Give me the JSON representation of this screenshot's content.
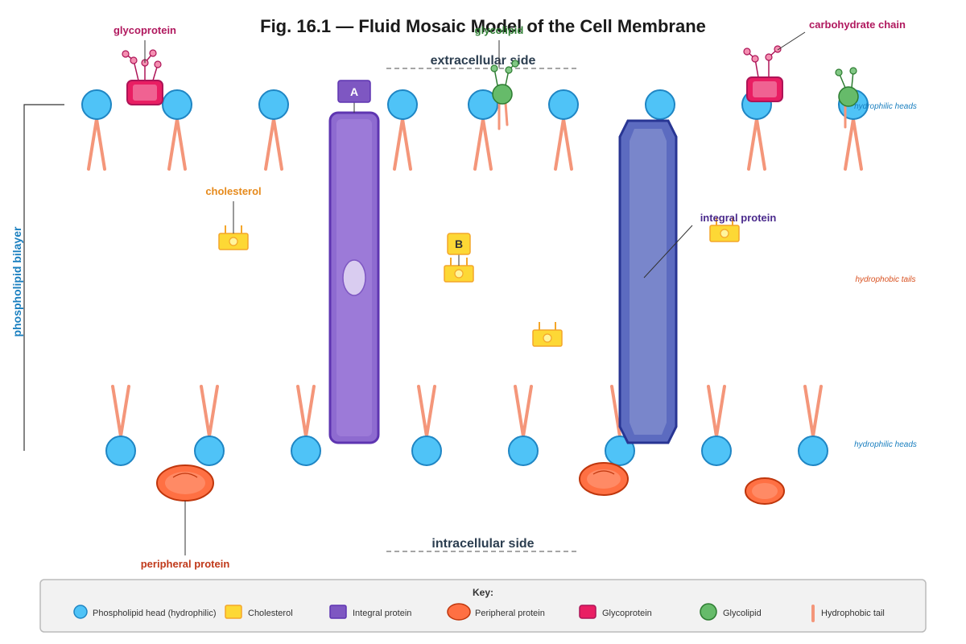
{
  "title": "Fig. 16.1 — Fluid Mosaic Model of the Cell Membrane",
  "sides": {
    "extracellular": "extracellular side",
    "intracellular": "intracellular side"
  },
  "labels": {
    "glycoprotein": "glycoprotein",
    "glycolipid": "glycolipid",
    "carbohydrate_chain": "carbohydrate chain",
    "phospholipid_bilayer": "phospholipid bilayer",
    "cholesterol": "cholesterol",
    "integral_protein": "integral protein",
    "peripheral_protein": "peripheral protein",
    "hydrophilic_heads_top": "hydrophilic heads",
    "hydrophobic_tails": "hydrophobic tails",
    "hydrophilic_heads_bottom": "hydrophilic heads",
    "marker_a": "A",
    "marker_b": "B"
  },
  "key": {
    "title": "Key:",
    "items": [
      {
        "label": "Phospholipid head (hydrophilic)",
        "icon": "phospholipid-head",
        "color": "#4fc3f7"
      },
      {
        "label": "Cholesterol",
        "icon": "cholesterol",
        "color": "#fdd835"
      },
      {
        "label": "Integral protein",
        "icon": "integral-protein",
        "color": "#7e57c2"
      },
      {
        "label": "Peripheral protein",
        "icon": "peripheral-protein",
        "color": "#ff7043"
      },
      {
        "label": "Glycoprotein",
        "icon": "glycoprotein",
        "color": "#e91e63"
      },
      {
        "label": "Glycolipid",
        "icon": "glycolipid",
        "color": "#66bb6a"
      },
      {
        "label": "Hydrophobic tail",
        "icon": "hydrophobic-tail",
        "color": "#f4967a"
      }
    ]
  },
  "colors": {
    "head": "#4fc3f7",
    "head_stroke": "#1f86c4",
    "tail": "#f4967a",
    "integral_a": "#8e6bd0",
    "integral_b": "#5c6bc0",
    "peripheral": "#ff7043",
    "glycoprotein": "#e91e63",
    "glycolipid": "#66bb6a",
    "cholesterol": "#fdd835",
    "bilayer_label": "#1a7fbf",
    "glyco_label": "#b0185e",
    "cholesterol_label": "#e68a1c",
    "integral_label": "#4a2a8c",
    "peripheral_label": "#c0391a",
    "tails_label": "#d8501f"
  }
}
